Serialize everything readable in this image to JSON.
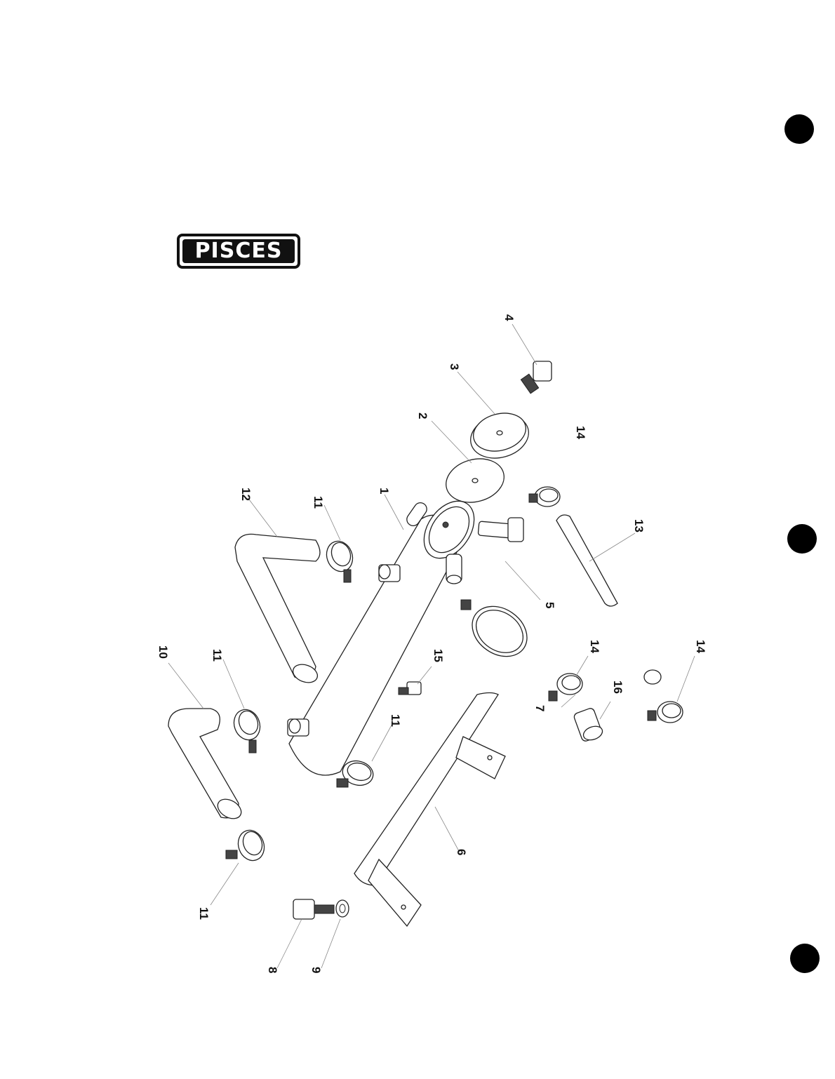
{
  "brand": {
    "logo_text": "PISCES"
  },
  "callouts": [
    {
      "id": "callout-1",
      "text": "1"
    },
    {
      "id": "callout-2",
      "text": "2"
    },
    {
      "id": "callout-3",
      "text": "3"
    },
    {
      "id": "callout-4",
      "text": "4"
    },
    {
      "id": "callout-5",
      "text": "5"
    },
    {
      "id": "callout-6",
      "text": "6"
    },
    {
      "id": "callout-7",
      "text": "7"
    },
    {
      "id": "callout-8",
      "text": "8"
    },
    {
      "id": "callout-9",
      "text": "9"
    },
    {
      "id": "callout-10",
      "text": "10"
    },
    {
      "id": "callout-11a",
      "text": "11"
    },
    {
      "id": "callout-11b",
      "text": "11"
    },
    {
      "id": "callout-11c",
      "text": "11"
    },
    {
      "id": "callout-11d",
      "text": "11"
    },
    {
      "id": "callout-12",
      "text": "12"
    },
    {
      "id": "callout-13",
      "text": "13"
    },
    {
      "id": "callout-14a",
      "text": "14"
    },
    {
      "id": "callout-14b",
      "text": "14"
    },
    {
      "id": "callout-14c",
      "text": "14"
    },
    {
      "id": "callout-15",
      "text": "15"
    },
    {
      "id": "callout-16",
      "text": "16"
    }
  ],
  "colors": {
    "ink": "#111111",
    "paper": "#ffffff"
  }
}
